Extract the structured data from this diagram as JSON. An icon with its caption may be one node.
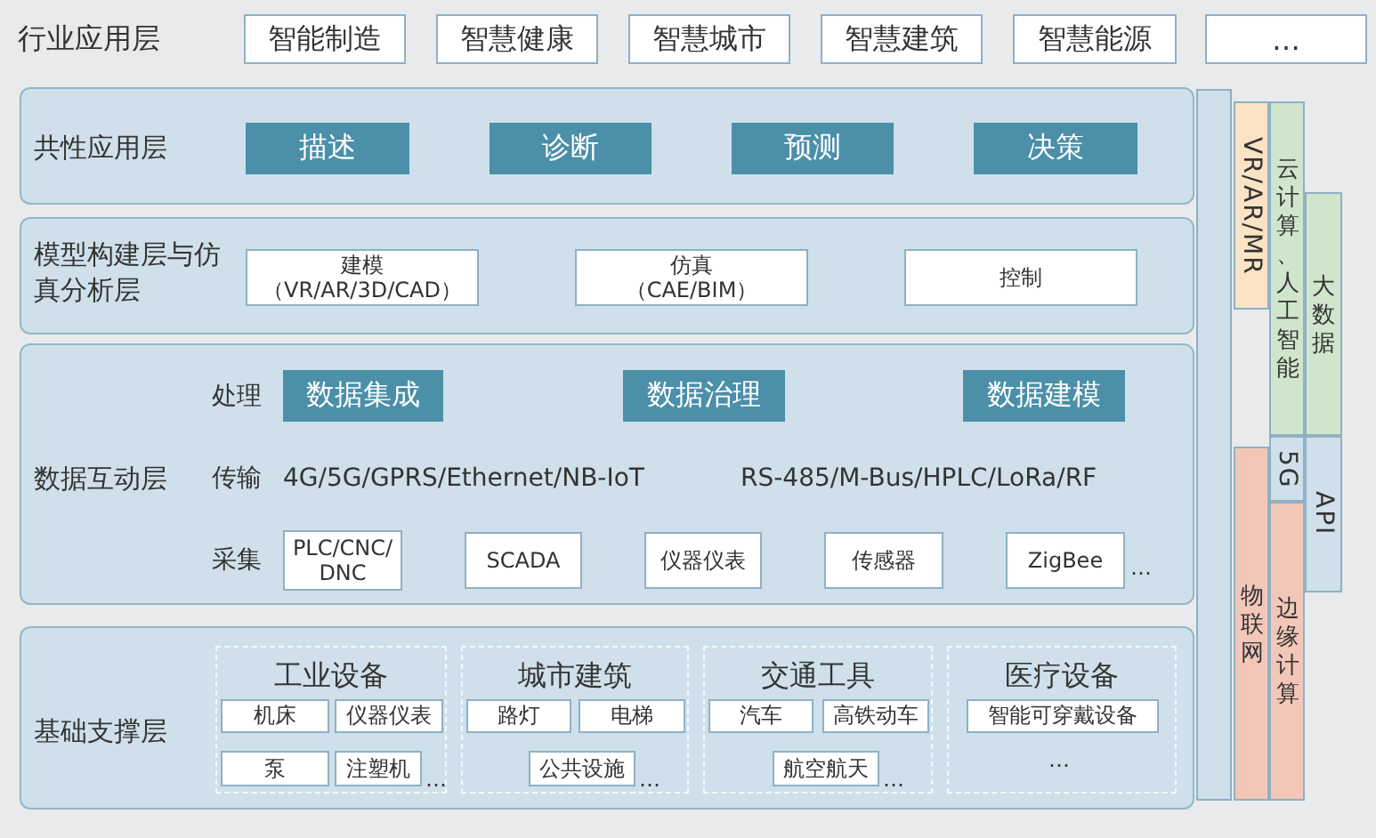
{
  "diagram": {
    "nodes": [
      {
        "text": [
          "智能制造"
        ]
      },
      {
        "text": [
          "智慧健康"
        ]
      },
      {
        "text": [
          "智慧城市"
        ]
      },
      {
        "text": [
          "智慧建筑"
        ]
      },
      {
        "text": [
          "智慧能源"
        ]
      },
      {
        "text": [
          "…"
        ]
      },
      {
        "text": [
          "共性应用层"
        ]
      },
      {
        "text": [
          "描述"
        ],
        "in": 6
      },
      {
        "text": [
          "诊断"
        ],
        "in": 6
      },
      {
        "text": [
          "预测"
        ],
        "in": 6
      },
      {
        "text": [
          "决策"
        ],
        "in": 6
      },
      {
        "text": [
          "模型构建层与仿真分析层"
        ]
      },
      {
        "text": [
          "建模（VR/AR/3D/CAD）"
        ],
        "in": 11
      },
      {
        "text": [
          "仿真（CAE/BIM）"
        ],
        "in": 11
      },
      {
        "text": [
          "控制"
        ],
        "in": 11
      },
      {
        "text": [
          "数据互动层"
        ]
      },
      {
        "text": [
          "数据集成"
        ],
        "in": 15
      },
      {
        "text": [
          "数据治理"
        ],
        "in": 15
      },
      {
        "text": [
          "数据建模"
        ],
        "in": 15
      },
      {
        "text": [
          "PLC/CNC/ DNC"
        ],
        "in": 15
      },
      {
        "text": [
          "SCADA"
        ],
        "in": 15
      },
      {
        "text": [
          "仪器仪表"
        ],
        "in": 15
      },
      {
        "text": [
          "传感器"
        ],
        "in": 15
      },
      {
        "text": [
          "ZigBee"
        ],
        "in": 15
      },
      {
        "text": [
          "基础支撑层"
        ]
      },
      {
        "text": [
          "工业设备"
        ],
        "in": 24
      },
      {
        "text": [
          "机床"
        ],
        "in": 25
      },
      {
        "text": [
          "仪器仪表"
        ],
        "in": 25
      },
      {
        "text": [
          "泵"
        ],
        "in": 25
      },
      {
        "text": [
          "注塑机"
        ],
        "in": 25
      },
      {
        "text": [
          "城市建筑"
        ],
        "in": 24
      },
      {
        "text": [
          "路灯"
        ],
        "in": 30
      },
      {
        "text": [
          "电梯"
        ],
        "in": 30
      },
      {
        "text": [
          "公共设施"
        ],
        "in": 30
      },
      {
        "text": [
          "交通工具"
        ],
        "in": 24
      },
      {
        "text": [
          "汽车"
        ],
        "in": 34
      },
      {
        "text": [
          "高铁动车"
        ],
        "in": 34
      },
      {
        "text": [
          "航空航天"
        ],
        "in": 34
      },
      {
        "text": [
          "医疗设备"
        ],
        "in": 24
      },
      {
        "text": [
          "智能可穿戴设备"
        ],
        "in": 38
      },
      {
        "text": [],
        "shape": "bar"
      },
      {
        "text": [
          "VR/AR/MR"
        ]
      },
      {
        "text": [
          "云计算、人工智能"
        ]
      },
      {
        "text": [
          "大数据"
        ]
      },
      {
        "text": [
          "5G"
        ]
      },
      {
        "text": [
          "API"
        ]
      },
      {
        "text": [
          "物联网"
        ]
      },
      {
        "text": [
          "边缘计算"
        ]
      }
    ],
    "labels": [
      "行业应用层",
      "处理",
      "传输",
      "4G/5G/GPRS/Ethernet/NB-IoT",
      "RS-485/M-Bus/HPLC/LoRa/RF",
      "采集",
      "…",
      "…",
      "…",
      "…",
      "…"
    ]
  }
}
